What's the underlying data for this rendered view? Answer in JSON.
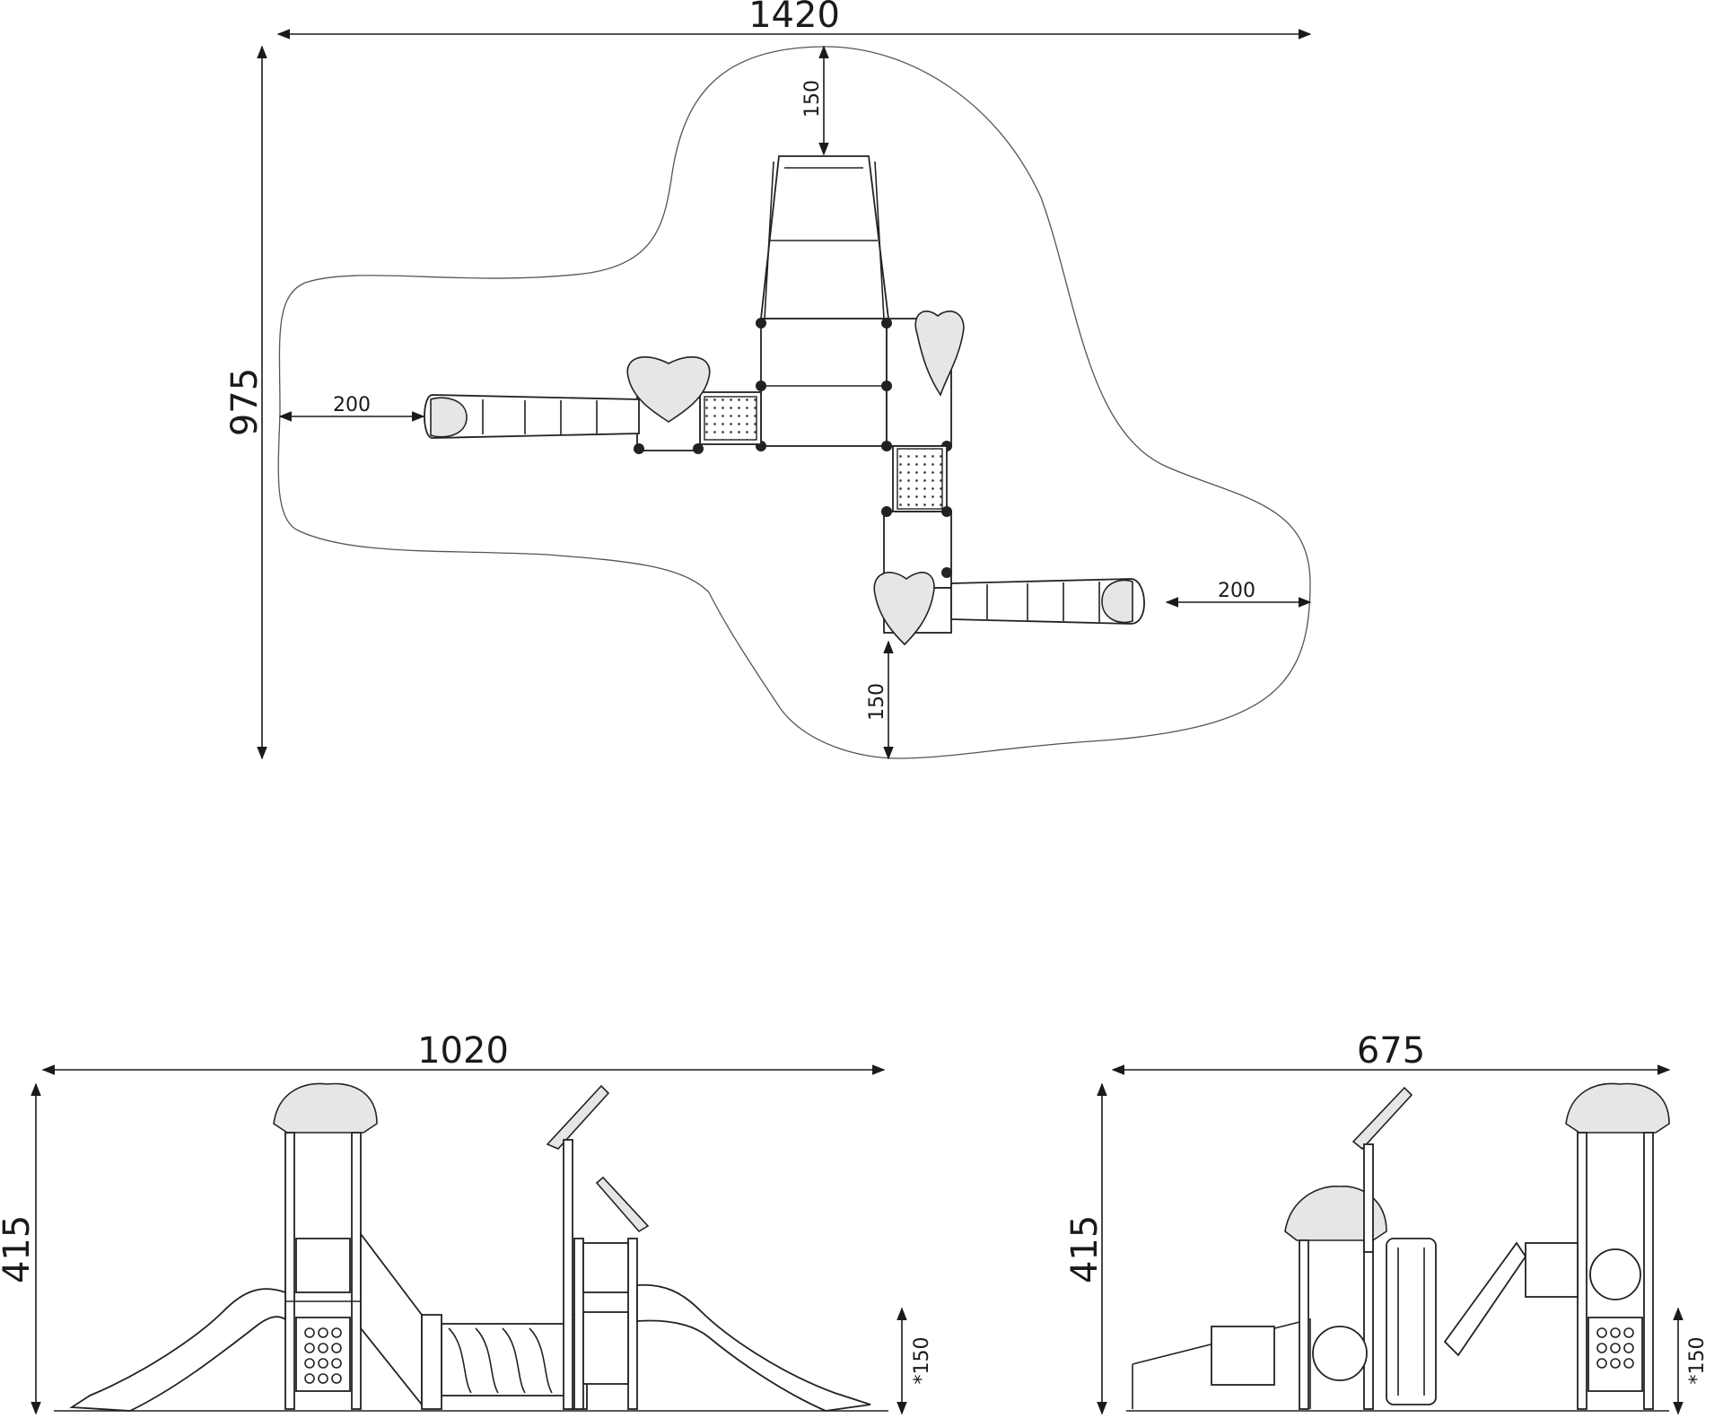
{
  "plan": {
    "width_label": "1420",
    "height_label": "975",
    "top_clearance": "150",
    "bottom_clearance": "150",
    "left_clearance": "200",
    "right_clearance": "200"
  },
  "front_elevation": {
    "width_label": "1020",
    "height_label": "415",
    "fall_height": "*150"
  },
  "side_elevation": {
    "width_label": "675",
    "height_label": "415",
    "fall_height": "*150"
  }
}
